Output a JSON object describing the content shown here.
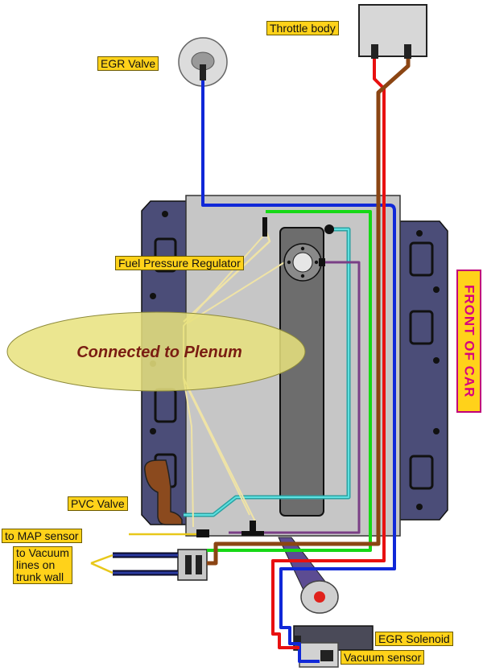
{
  "labels": {
    "throttle_body": "Throttle body",
    "egr_valve": "EGR Valve",
    "fuel_pressure_regulator": "Fuel Pressure Regulator",
    "connected_to_plenum": "Connected to Plenum",
    "front_of_car": "FRONT OF CAR",
    "pvc_valve": "PVC Valve",
    "to_map_sensor": "to MAP sensor",
    "to_vacuum_lines": "to Vacuum\nlines on\ntrunk wall",
    "egr_solenoid": "EGR Solenoid",
    "vacuum_sensor": "Vacuum sensor"
  },
  "colors": {
    "label_fill": "#ffd21a",
    "hose_blue": "#1028d8",
    "hose_red": "#e81010",
    "hose_brown": "#8b4513",
    "hose_green": "#16d816",
    "hose_cyan": "#3cc8c8",
    "hose_purple": "#7a3f86",
    "hose_tan": "#efe3a6",
    "manifold": "#4b4d78",
    "plenum_ellipse": "#e8e27e"
  }
}
